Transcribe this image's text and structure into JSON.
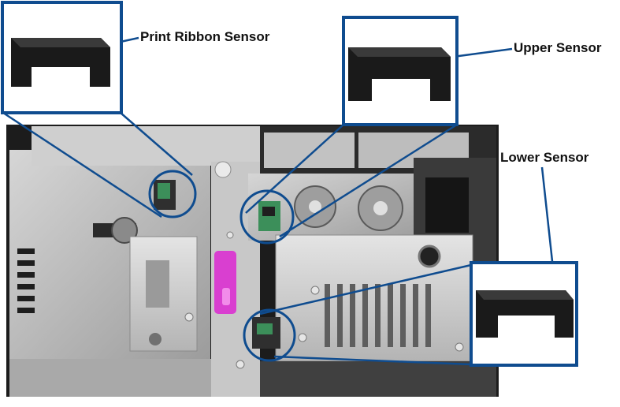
{
  "callouts": {
    "print_ribbon_sensor": "Print Ribbon Sensor",
    "upper_sensor": "Upper Sensor",
    "lower_sensor": "Lower Sensor"
  },
  "colors": {
    "callout_blue": "#0f4c8f",
    "sensor_black": "#1a1a1a",
    "chassis_gray": "#b9b9b9",
    "frame_dark": "#202020",
    "sensor_green": "#3c8f5a",
    "handle_magenta": "#d93fd0"
  },
  "icons": {
    "sensor": "u-shaped-optical-sensor"
  }
}
